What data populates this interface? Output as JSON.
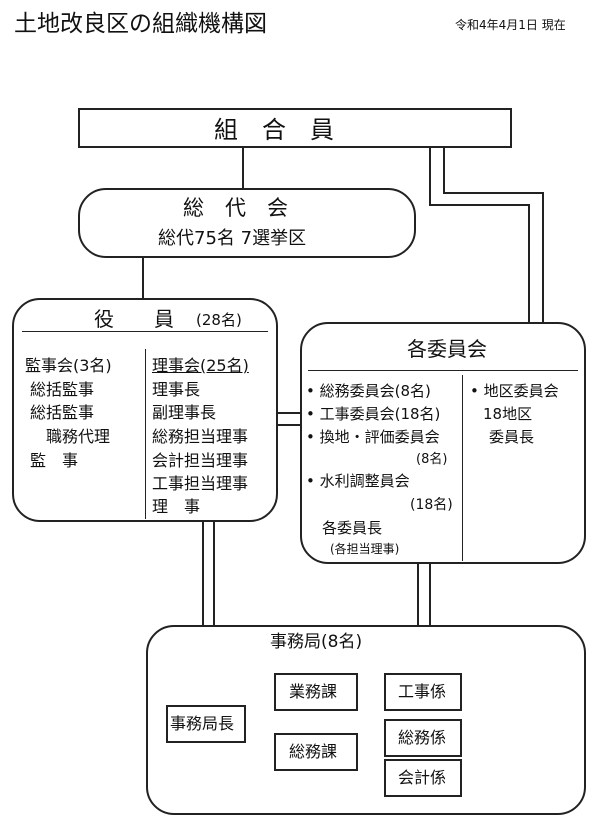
{
  "header": {
    "title": "土地改良区の組織機構図",
    "date": "令和4年4月1日 現在"
  },
  "kumiaiin": {
    "label": "組　合　員"
  },
  "soudaikai": {
    "label": "総　代　会",
    "detail": "総代75名 7選挙区"
  },
  "yakuin": {
    "label": "役　　員",
    "count": "(28名)",
    "kanji": {
      "title": "監事会(3名)",
      "items": [
        "総括監事",
        "総括監事",
        "職務代理",
        "監　事"
      ]
    },
    "riji": {
      "title": "理事会(25名)",
      "items": [
        "理事長",
        "副理事長",
        "総務担当理事",
        "会計担当理事",
        "工事担当理事",
        "理　事"
      ]
    }
  },
  "iinkai": {
    "title": "各委員会",
    "left": {
      "items": [
        "• 総務委員会(8名)",
        "• 工事委員会(18名)",
        "• 換地・評価委員会",
        "(8名)",
        "• 水利調整員会",
        "(18名)"
      ],
      "chair": "各委員長",
      "chair_note": "(各担当理事)"
    },
    "right": {
      "items": [
        "• 地区委員会",
        "18地区",
        "委員長"
      ]
    }
  },
  "jimukyoku": {
    "title": "事務局(8名)",
    "chief": "事務局長",
    "divisions": [
      "業務課",
      "総務課"
    ],
    "sections": [
      "工事係",
      "総務係",
      "会計係"
    ]
  }
}
